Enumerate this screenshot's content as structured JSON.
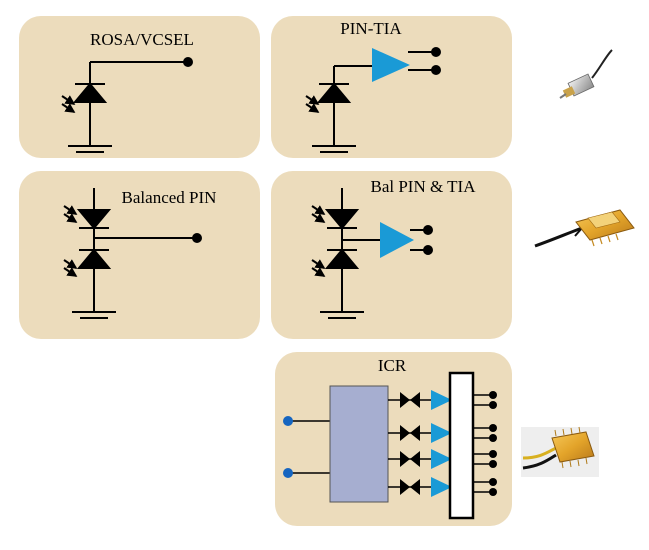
{
  "panels": [
    {
      "id": "rosa",
      "title": "ROSA/VCSEL"
    },
    {
      "id": "pintia",
      "title": "PIN-TIA"
    },
    {
      "id": "balpin",
      "title": "Balanced PIN"
    },
    {
      "id": "baltia",
      "title": "Bal PIN & TIA"
    },
    {
      "id": "icr",
      "title": "ICR"
    }
  ],
  "colors": {
    "panel_fill": "#ecdcbc",
    "amplifier": "#1a9ad6",
    "hybrid_block": "#a6aed0",
    "input_dot": "#1565c0",
    "line": "#000000"
  },
  "photos": [
    {
      "name": "rosa-module-photo"
    },
    {
      "name": "balanced-receiver-photo"
    },
    {
      "name": "icr-module-photo"
    }
  ]
}
